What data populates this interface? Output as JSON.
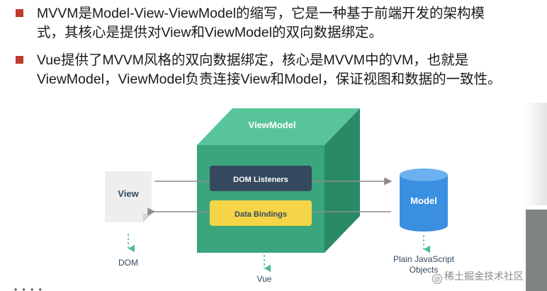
{
  "colors": {
    "bullet": "#c0392b",
    "cube_front": "#3ba57e",
    "cube_top": "#57c49a",
    "cube_side": "#2b8a66",
    "dom_listeners_box": "#34495e",
    "data_bindings_box": "#f5d547",
    "model_cylinder": "#3b8fe0",
    "arrow": "#8c8c8c",
    "dashed_arrow": "#4dbb8a",
    "view_page": "#eeeeee"
  },
  "bullets": [
    {
      "lines": [
        "MVVM是Model-View-ViewModel的缩写，它是一种基于前端开发的架构模",
        "式，其核心是提供对View和ViewModel的双向数据绑定。"
      ]
    },
    {
      "lines": [
        "Vue提供了MVVM风格的双向数据绑定，核心是MVVM中的VM，也就是",
        "ViewModel，ViewModel负责连接View和Model，保证视图和数据的一致性。"
      ]
    }
  ],
  "diagram": {
    "viewmodel_label": "ViewModel",
    "dom_listeners_label": "DOM Listeners",
    "data_bindings_label": "Data Bindings",
    "view_label": "View",
    "model_label": "Model",
    "dom_label": "DOM",
    "vue_label": "Vue",
    "plain_js_line1": "Plain JavaScript",
    "plain_js_line2": "Objects"
  },
  "watermark": {
    "icon": "@",
    "text": "稀土掘金技术社区"
  },
  "footer_dots": "• • • •"
}
